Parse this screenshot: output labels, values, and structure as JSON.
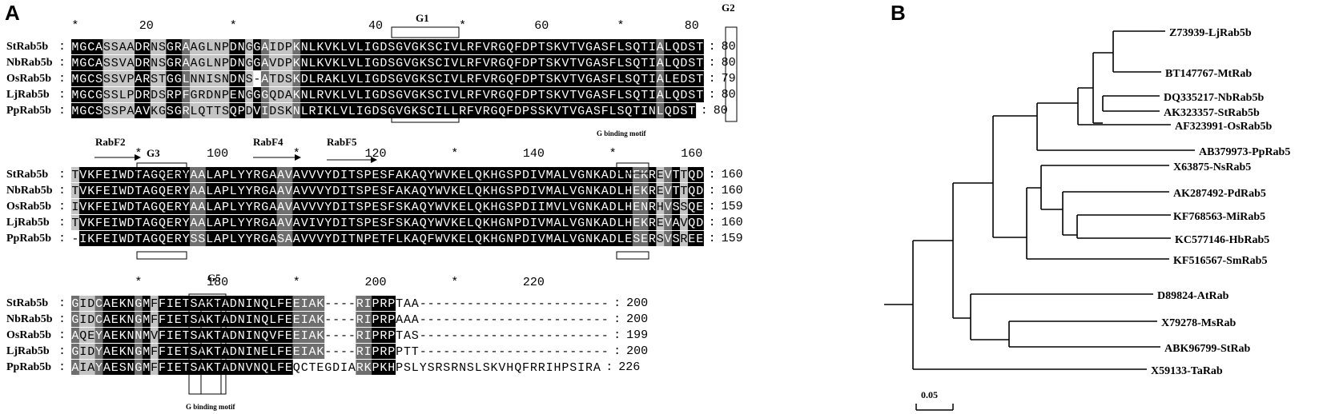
{
  "panels": {
    "a": "A",
    "b": "B"
  },
  "shade_colors": {
    "black": "#000000",
    "dark": "#6e6e6e",
    "light": "#c4c4c4",
    "none": "#ffffff"
  },
  "blocks": [
    {
      "ruler": [
        "*",
        "20",
        "*",
        "40",
        "*",
        "60",
        "*",
        "80"
      ],
      "rows": [
        {
          "name": "StRab5b",
          "seq": "MGCASSAADRNSGRAAGLNPDNGGAIDPKNLKVKLVLIGDSGVGKSCIVLRFVRGQFDPTSKVTVGASFLSQTIALQDST",
          "end": "80"
        },
        {
          "name": "NbRab5b",
          "seq": "MGCASSVADRNSGRAAGLNPDNGGAVDPKNLKVKLVLIGDSGVGKSCIVLRFVRGQFDPTSKVTVGASFLSQTIALQDST",
          "end": "80"
        },
        {
          "name": "OsRab5b",
          "seq": "MGCSSSVPARSTGGLNNISNDNS-ATDSKDLRAKLVLIGDSGVGKSCIVLRFVRGQFDPTSKVTVGASFLSQTIALEDST",
          "end": "79"
        },
        {
          "name": "LjRab5b",
          "seq": "MGCGSSLPDRDSRPFGRDNPENGGGQDAKNLRVKLVLIGDSGVGKSCIVLRFVRGQFDPTSKVTVGASFLSQTIALQDST",
          "end": "80"
        },
        {
          "name": "PpRab5b",
          "seq": "MGCSSSPAAVKGSGRLQTTSQPDVIDSKNLRIKLVLIGDSGVGKSCILLRFVRGQFDPSSKVTVGASFLSQTINLQDST",
          "end": "80"
        }
      ],
      "shade": [
        "BBBBLLLLBBLLBBDLLLLLBBLBDLLLDBBBBBBBBBBBBBBBBBBBBBBBBBBBBBBBBBBBBBBBBBBBBBDBBBBB",
        "BBBBLLLLBBLLBBDLLLLLBBLBDLLLDBBBBBBBBBBBBBBBBBBBBBBBBBBBBBBBBBBBBBBBBBBBBBDBBBBB",
        "BBBBLLLLBBLLBBDLLLLLBBLBDLLLDBBBBBBBBBBBBBBBBBBBBBBBBBBBBBBBBBBBBBBBBBBBBBDBBBBB",
        "BBBBLLLLBBLLBBDLLLLLBBLBDLLLDBBBBBBBBBBBBBBBBBBBBBBBBBBBBBBBBBBBBBBBBBBBBBDBBBBB",
        "BBBBLLLLBBLLBBDLLLLLBBLBDLLLDBBBBBBBBBBBBBBBBBBBBBBBBBBBBBBBBBBBBBBBBBBBBBDBBBBB"
      ]
    },
    {
      "ruler": [
        "*",
        "100",
        "*",
        "120",
        "*",
        "140",
        "*",
        "160"
      ],
      "rows": [
        {
          "name": "StRab5b",
          "seq": "TVKFEIWDTAGQERYAALAPLYYRGAAVAVVVYDITSPESFAKAQYWVKELQKHGSPDIVMALVGNKADLNEKREVTTQD",
          "end": "160"
        },
        {
          "name": "NbRab5b",
          "seq": "TVKFEIWDTAGQERYAALAPLYYRGAAVAVVVYDITSPESFAKAQYWVKELQKHGSPDIVMALVGNKADLHEKREVTTQD",
          "end": "160"
        },
        {
          "name": "OsRab5b",
          "seq": "IVKFEIWDTAGQERYAALAPLYYRGAAVAVVVYDITSPESFSKAQYWVKELQKHGSPDIIMVLVGNKADLHENRHVSSQE",
          "end": "159"
        },
        {
          "name": "LjRab5b",
          "seq": "TVKFEIWDTAGQERYAALAPLYYRGAAVAVIVYDITSPESFSKAQYWVKELQKHGNPDIVMALVGNKADLHEKREVAVQD",
          "end": "160"
        },
        {
          "name": "PpRab5b",
          "seq": "-IKFEIWDTAGQERYSSLAPLYYRGASAAVVVYDITNPETFLKAQFWVKELQKHGNPDIVMALVGNKADLESERSVSREE",
          "end": "159"
        }
      ],
      "shade": [
        "LBBBBBBBBBBBBBBDDBBBBBBBBBDDBBBBBBBBBBBBBBBBBBBBBBBBBBBBBBBBBBBBBBBBBBBDDBLDBLBB",
        "LBBBBBBBBBBBBBBDDBBBBBBBBBDDBBBBBBBBBBBBBBBBBBBBBBBBBBBBBBBBBBBBBBBBBBBDDBLDBLBB",
        "LBBBBBBBBBBBBBBDDBBBBBBBBBDDBBBBBBBBBBBBBBBBBBBBBBBBBBBBBBBBBBBBBBBBBBBDDBLDBLBB",
        "LBBBBBBBBBBBBBBDDBBBBBBBBBDDBBBBBBBBBBBBBBBBBBBBBBBBBBBBBBBBBBBBBBBBBBBDDBLDBLBB",
        "LBBBBBBBBBBBBBBDDBBBBBBBBBDDBBBBBBBBBBBBBBBBBBBBBBBBBBBBBBBBBBBBBBBBBBBDDBLDBLBB"
      ]
    },
    {
      "ruler": [
        "*",
        "180",
        "*",
        "200",
        "*",
        "220"
      ],
      "rows": [
        {
          "name": "StRab5b",
          "seq": "GIDCAEKNGMFFIETSAKTADNINQLFEEIAK----RIPRPTAA------------------------",
          "end": "200"
        },
        {
          "name": "NbRab5b",
          "seq": "GIDCAEKNGMFFIETSAKTADNINQLFEEIAK----RIPRPAAA------------------------",
          "end": "200"
        },
        {
          "name": "OsRab5b",
          "seq": "AQEYAEKNNMVFIETSAKTADNINQVFEEIAK----RIPRPTAS------------------------",
          "end": "199"
        },
        {
          "name": "LjRab5b",
          "seq": "GIDYAEKNGMFFIETSAKTADNINELFEEIAK----RIPRPPTT------------------------",
          "end": "200"
        },
        {
          "name": "PpRab5b",
          "seq": "AIAYAESNGMFFIETSAKTADNVNQLFEQCTEGDIARKPKHPSLYSRSRNSLSKVHQFRRIHPSIRA",
          "end": "226"
        }
      ],
      "shade": [
        "DLLDBBBBDBLBBBBBBBBBBBBBBBBBDDDD----DDBBBNNN------------------------",
        "DLLDBBBBDBLBBBBBBBBBBBBBBBBBDDDD----DDBBBNNN------------------------",
        "DLLDBBBBDBLBBBBBBBBBBBBBBBBBDDDD----DDBBBNNN------------------------",
        "DLLDBBBBDBLBBBBBBBBBBBBBBBBBDDDD----DDBBBNNN------------------------",
        "DLLDBBBBDBLBBBBBBBBBBBBBBBBBNNNNNNNNDDBBBNNNNNNNNNNNNNNNNNNNNNNNNNNN"
      ]
    }
  ],
  "motifs": {
    "g1": "G1",
    "g2": "G2",
    "g3": "G3",
    "g5": "G5",
    "rabf2": "RabF2",
    "rabf4": "RabF4",
    "rabf5": "RabF5",
    "binding1": "G binding motif",
    "binding2": "G binding motif"
  },
  "tree": {
    "leaves": [
      "Z73939-LjRab5b",
      "BT147767-MtRab",
      "DQ335217-NbRab5b",
      "AK323357-StRab5b",
      "AF323991-OsRab5b",
      "AB379973-PpRab5",
      "X63875-NsRab5",
      "AK287492-PdRab5",
      "KF768563-MiRab5",
      "KC577146-HbRab5",
      "KF516567-SmRab5",
      "D89824-AtRab",
      "X79278-MsRab",
      "ABK96799-StRab",
      "X59133-TaRab"
    ],
    "scale_label": "0.05"
  }
}
